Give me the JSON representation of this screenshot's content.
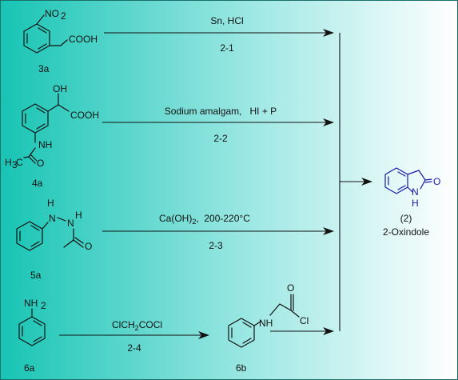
{
  "colors": {
    "gradient_left": "#17c4b4",
    "gradient_mid": "#9ee8e4",
    "gradient_right": "#ffffff",
    "product_blue": "#1a1aa8"
  },
  "routes": [
    {
      "compound_label": "3a",
      "reagents": "Sn, HCl",
      "step": "2-1",
      "atom_labels": [
        "NO",
        "2",
        "COOH"
      ]
    },
    {
      "compound_label": "4a",
      "reagents": "Sodium amalgam,   HI + P",
      "step": "2-2",
      "atom_labels": [
        "OH",
        "COOH",
        "NH",
        "H",
        "3",
        "C",
        "O"
      ]
    },
    {
      "compound_label": "5a",
      "reagents_main": "Ca(OH)",
      "reagents_sub": "2",
      "reagents_tail": ",  200-220°C",
      "step": "2-3",
      "atom_labels": [
        "H",
        "N",
        "N",
        "H",
        "O"
      ]
    },
    {
      "compound_label": "6a",
      "reagents_main": "ClCH",
      "reagents_sub": "2",
      "reagents_tail": "COCl",
      "step": "2-4",
      "atom_labels": [
        "NH",
        "2"
      ],
      "intermediate": {
        "label": "6b",
        "atom_labels": [
          "NH",
          "O",
          "Cl"
        ]
      }
    }
  ],
  "product": {
    "number": "(2)",
    "name": "2-Oxindole",
    "atom_labels": [
      "N",
      "H",
      "O"
    ]
  }
}
